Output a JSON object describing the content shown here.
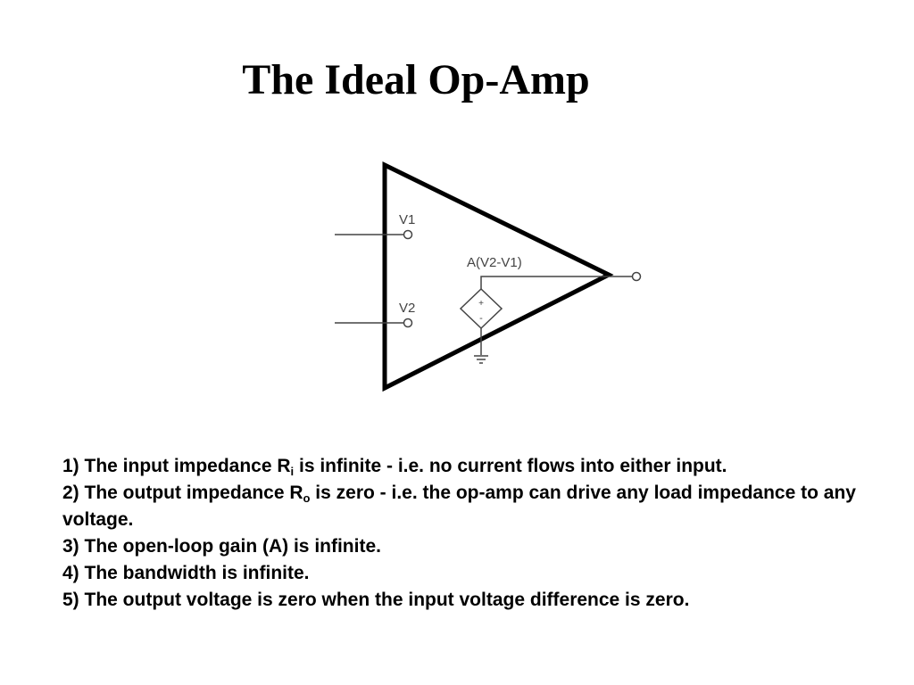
{
  "slide": {
    "title": "The Ideal Op-Amp"
  },
  "diagram": {
    "labels": {
      "v1": "V1",
      "v2": "V2",
      "gain_expression": "A(V2-V1)",
      "source_plus": "+",
      "source_minus": "-"
    },
    "colors": {
      "triangle": "#000000",
      "wiring": "#444444"
    }
  },
  "properties": {
    "item1": {
      "before": "1) The input impedance R",
      "sub": "i",
      "after": " is infinite - i.e. no current flows into either input."
    },
    "item2": {
      "before": "2) The output impedance R",
      "sub": "o",
      "after": " is zero - i.e. the op-amp can drive any load impedance to any voltage."
    },
    "item3": "3) The open-loop gain (A) is infinite.",
    "item4": "4) The bandwidth is infinite.",
    "item5": "5) The output voltage is zero when the input voltage difference is zero."
  }
}
